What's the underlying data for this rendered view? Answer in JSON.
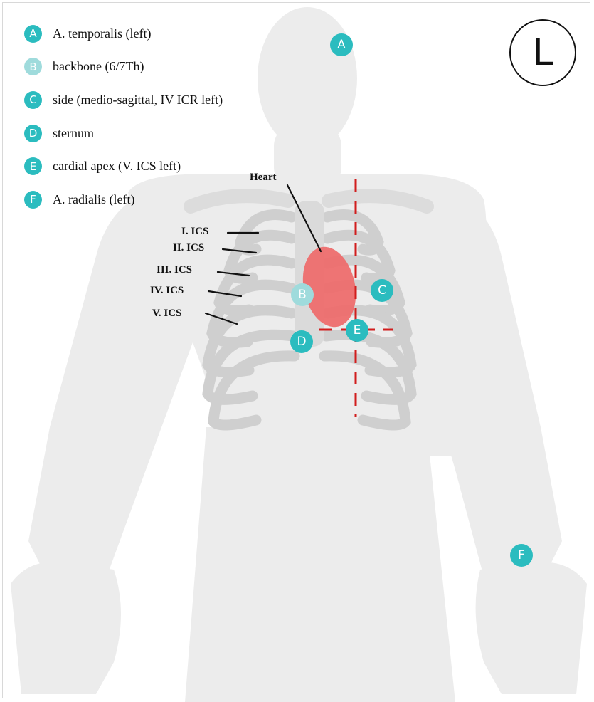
{
  "colors": {
    "teal": "#2bbcbf",
    "light_teal": "#9fdbdc",
    "heart": "#ee6b6b",
    "guide_line": "#d11d1d",
    "body": "#ececec",
    "ribs": "#cfcfcf"
  },
  "legend": [
    {
      "letter": "A",
      "text": "A. temporalis (left)"
    },
    {
      "letter": "B",
      "text": "backbone (6/7Th)"
    },
    {
      "letter": "C",
      "text": "side (medio-sagittal, IV ICR left)"
    },
    {
      "letter": "D",
      "text": "sternum"
    },
    {
      "letter": "E",
      "text": "cardial apex (V. ICS left)"
    },
    {
      "letter": "F",
      "text": "A. radialis (left)"
    }
  ],
  "orientation": "L",
  "heart_label": "Heart",
  "ics_labels": [
    "I. ICS",
    "II. ICS",
    "III. ICS",
    "IV. ICS",
    "V. ICS"
  ],
  "markers": [
    "A",
    "B",
    "C",
    "D",
    "E",
    "F"
  ]
}
